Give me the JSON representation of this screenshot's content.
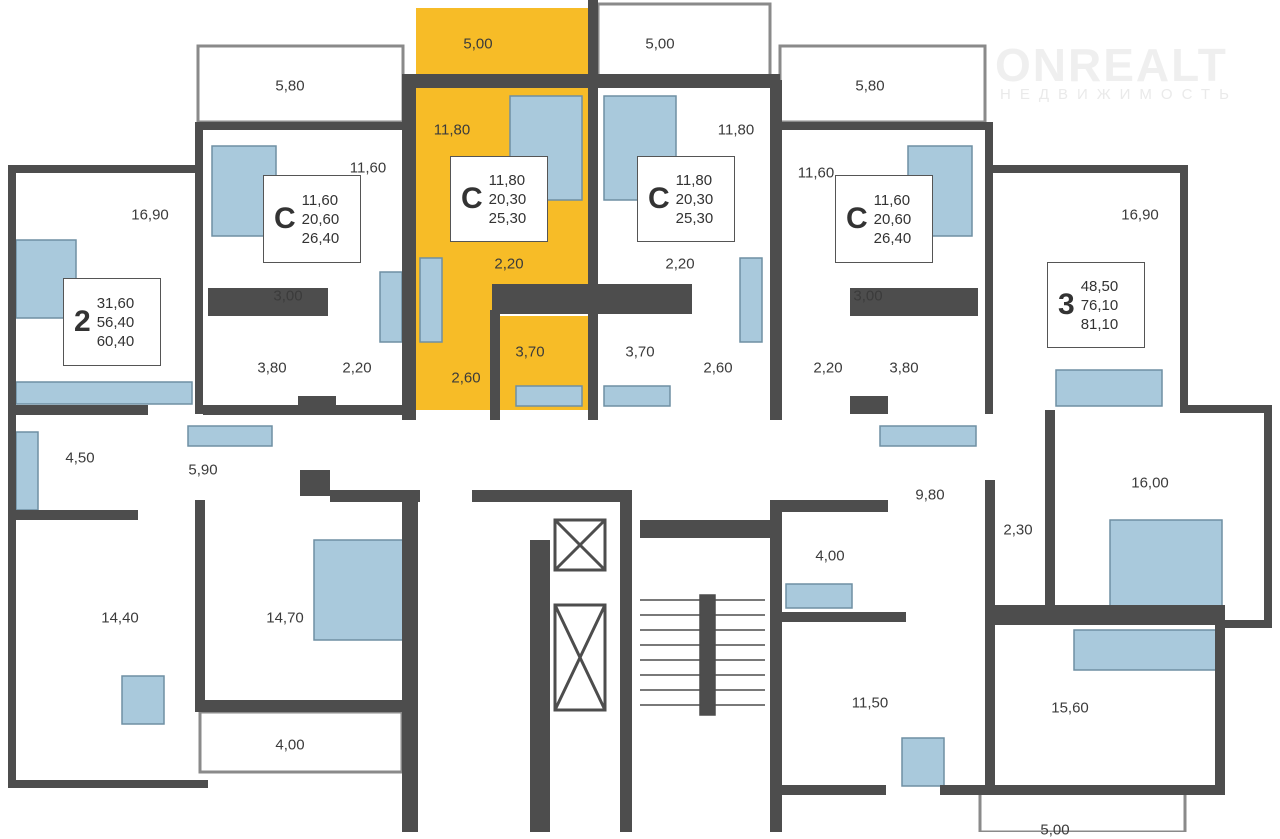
{
  "watermark": {
    "brand": "ONREALT",
    "subtitle": "НЕДВИЖИМОСТЬ"
  },
  "colors": {
    "wall": "#4d4d4d",
    "highlight": "#f7bc27",
    "furniture": "#a9c9dc"
  },
  "apartments": [
    {
      "type": "2",
      "areas": [
        "31,60",
        "56,40",
        "60,40"
      ]
    },
    {
      "type": "C",
      "areas": [
        "11,60",
        "20,60",
        "26,40"
      ]
    },
    {
      "type": "C",
      "areas": [
        "11,80",
        "20,30",
        "25,30"
      ],
      "highlighted": true
    },
    {
      "type": "C",
      "areas": [
        "11,80",
        "20,30",
        "25,30"
      ]
    },
    {
      "type": "C",
      "areas": [
        "11,60",
        "20,60",
        "26,40"
      ]
    },
    {
      "type": "3",
      "areas": [
        "48,50",
        "76,10",
        "81,10"
      ]
    }
  ],
  "rooms": [
    "5,00",
    "5,00",
    "5,80",
    "5,80",
    "11,80",
    "11,80",
    "11,60",
    "11,60",
    "16,90",
    "16,90",
    "2,20",
    "2,20",
    "3,00",
    "3,00",
    "3,80",
    "3,80",
    "2,20",
    "2,20",
    "3,70",
    "3,70",
    "2,60",
    "2,60",
    "4,50",
    "5,90",
    "9,80",
    "16,00",
    "2,30",
    "4,00",
    "14,40",
    "14,70",
    "11,50",
    "15,60",
    "4,00",
    "5,00"
  ]
}
